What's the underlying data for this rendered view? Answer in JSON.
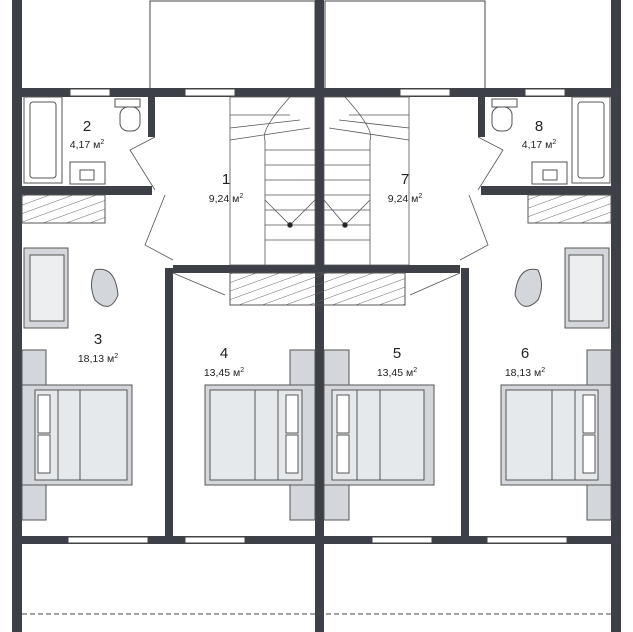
{
  "plan": {
    "rooms": [
      {
        "number": "1",
        "area": "9,24 м",
        "sup": "2"
      },
      {
        "number": "2",
        "area": "4,17 м",
        "sup": "2"
      },
      {
        "number": "3",
        "area": "18,13 м",
        "sup": "2"
      },
      {
        "number": "4",
        "area": "13,45 м",
        "sup": "2"
      },
      {
        "number": "5",
        "area": "13,45 м",
        "sup": "2"
      },
      {
        "number": "6",
        "area": "18,13 м",
        "sup": "2"
      },
      {
        "number": "7",
        "area": "9,24 м",
        "sup": "2"
      },
      {
        "number": "8",
        "area": "4,17 м",
        "sup": "2"
      }
    ]
  },
  "colors": {
    "wall": "#3d4046",
    "furniture": "#d3d7dc",
    "furniture_stroke": "#555a60",
    "text": "#222222"
  }
}
